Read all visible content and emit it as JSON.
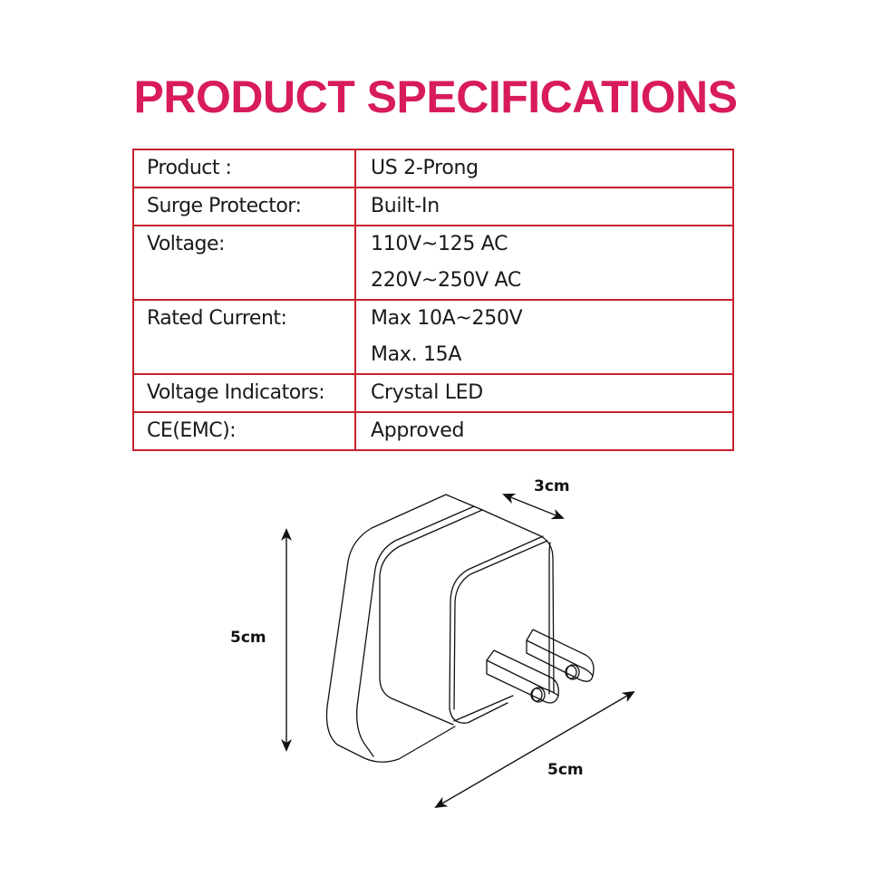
{
  "header": {
    "title": "PRODUCT SPECIFICATIONS",
    "title_color": "#d81b5c"
  },
  "table": {
    "border_color": "#c8202f",
    "rows": [
      {
        "label": "Product :",
        "values": [
          "US 2-Prong"
        ]
      },
      {
        "label": "Surge Protector:",
        "values": [
          "Built-In"
        ]
      },
      {
        "label": "Voltage:",
        "values": [
          "110V~125 AC",
          "220V~250V AC"
        ]
      },
      {
        "label": "Rated Current:",
        "values": [
          "Max 10A~250V",
          "Max. 15A"
        ]
      },
      {
        "label": "Voltage Indicators:",
        "values": [
          "Crystal LED"
        ]
      },
      {
        "label": "CE(EMC):",
        "values": [
          "Approved"
        ]
      }
    ]
  },
  "diagram": {
    "subject": "us-2-prong-plug-adapter",
    "dimensions": {
      "depth": "3cm",
      "height": "5cm",
      "width": "5cm"
    }
  }
}
